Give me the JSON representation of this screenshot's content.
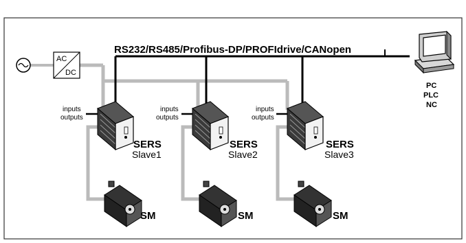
{
  "bus": {
    "label": "RS232/RS485/Profibus-DP/PROFIdrive/CANopen"
  },
  "power_supply": {
    "source_symbol": "~",
    "converter_top": "AC",
    "converter_bottom": "DC"
  },
  "host": {
    "lines": [
      "PC",
      "PLC",
      "NC"
    ]
  },
  "slaves": [
    {
      "io_in": "inputs",
      "io_out": "outputs",
      "model": "SERS",
      "name": "Slave1",
      "motor": "SM"
    },
    {
      "io_in": "inputs",
      "io_out": "outputs",
      "model": "SERS",
      "name": "Slave2",
      "motor": "SM"
    },
    {
      "io_in": "inputs",
      "io_out": "outputs",
      "model": "SERS",
      "name": "Slave3",
      "motor": "SM"
    }
  ],
  "colors": {
    "bus_line": "#000000",
    "power_line": "#bbbbbb",
    "motor_cable": "#bbbbbb",
    "frame": "#333333"
  }
}
